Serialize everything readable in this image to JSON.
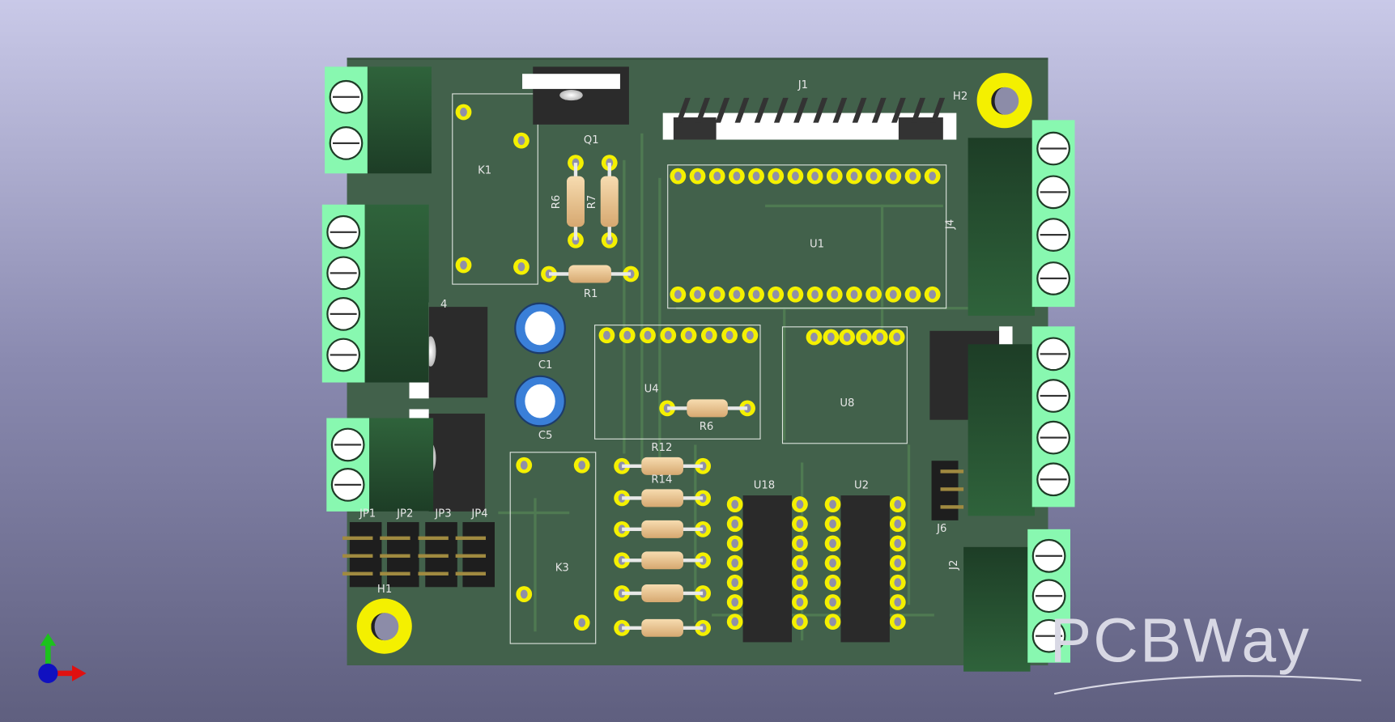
{
  "colors": {
    "board": "#42614b",
    "pad": "#f4f000",
    "terminal": "#88f8b0",
    "silkscreen": "#e6e6e6"
  },
  "labels": {
    "J1": "J1",
    "H2": "H2",
    "Q1": "Q1",
    "K1": "K1",
    "R6a": "R6",
    "R7": "R7",
    "R1": "R1",
    "U1": "U1",
    "J4": "J4",
    "C1": "C1",
    "C5": "C5",
    "U4": "U4",
    "R6b": "R6",
    "U8": "U8",
    "R12": "R12",
    "R14": "R14",
    "U18": "U18",
    "U2": "U2",
    "J6": "J6",
    "J2": "J2",
    "K3": "K3",
    "JP1": "JP1",
    "JP2": "JP2",
    "JP3": "JP3",
    "JP4": "JP4",
    "H1": "H1",
    "partial4": "4"
  },
  "watermark": "PCBWay",
  "axes_icon": [
    "x-axis-red",
    "y-axis-green",
    "z-axis-blue"
  ]
}
